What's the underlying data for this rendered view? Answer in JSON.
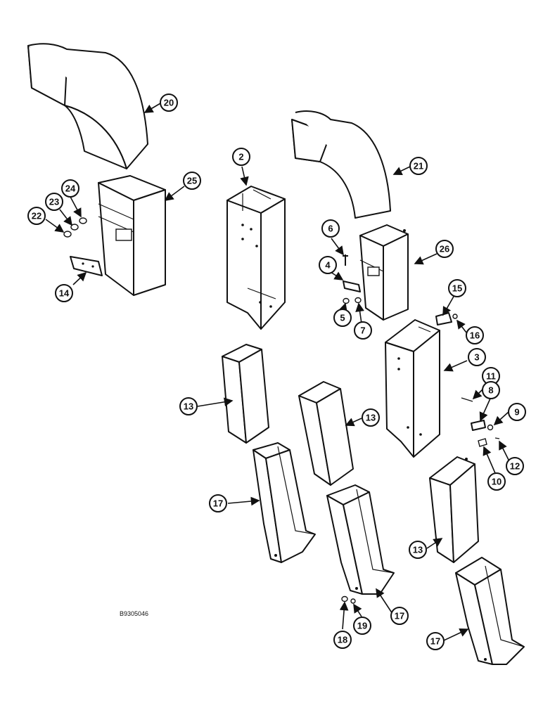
{
  "drawing_id": "B9305046",
  "callouts": [
    "20",
    "25",
    "24",
    "23",
    "22",
    "14",
    "2",
    "21",
    "6",
    "4",
    "5",
    "7",
    "26",
    "15",
    "16",
    "3",
    "11",
    "8",
    "9",
    "10",
    "12",
    "13",
    "13",
    "13",
    "17",
    "17",
    "17",
    "18",
    "19"
  ]
}
